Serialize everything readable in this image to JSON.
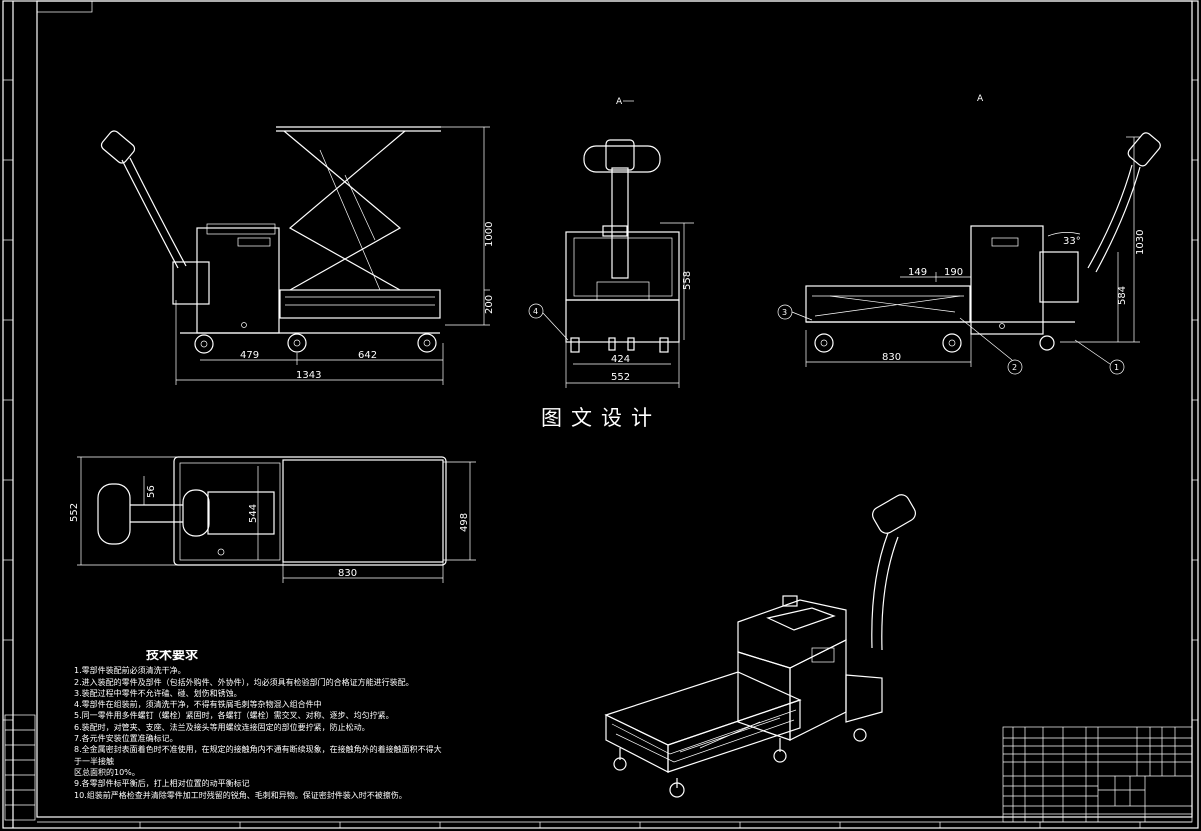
{
  "watermark": "图文设计",
  "views": {
    "section_mark_left": "A",
    "section_mark_right": "A",
    "front": {
      "dim_height": "1000",
      "dim_platform": "200",
      "dim_left": "479",
      "dim_right": "642",
      "dim_total": "1343"
    },
    "side": {
      "dim_height": "558",
      "dim_inner": "424",
      "dim_outer": "552",
      "balloon": "4"
    },
    "right": {
      "dim_height": "1030",
      "dim_mid": "584",
      "dim_a": "149",
      "dim_b": "190",
      "dim_len": "830",
      "angle": "33°",
      "balloons": [
        "3",
        "2",
        "1"
      ]
    },
    "top": {
      "dim_width": "552",
      "dim_handle": "56",
      "dim_inner": "544",
      "dim_platform": "498",
      "dim_len": "830"
    }
  },
  "notes": {
    "title": "技术要求",
    "items": [
      "1.零部件装配前必须清洗干净。",
      "2.进入装配的零件及部件（包括外购件、外协件），均必须具有检验部门的合格证方能进行装配。",
      "3.装配过程中零件不允许磕、碰、划伤和锈蚀。",
      "4.零部件在组装前，须清洗干净，不得有铁屑毛刺等杂物混入组合件中",
      "5.同一零件用多件螺钉（螺栓）紧固时，各螺钉（螺栓）需交叉、对称、逐步、均匀拧紧。",
      "6.装配时，对管夹、支座、法兰及接头等用螺纹连接固定的部位要拧紧，防止松动。",
      "7.各元件安装位置准确标记。",
      "8.全金属密封表面着色时不准使用，在规定的接触角内不通有断续现象，在接触角外的着接触面积不得大",
      "于一半接触",
      "区总面积的10%。",
      "9.各零部件标平衡后，打上相对位置的动平衡标记",
      "10.组装前严格检查并清除零件加工时残留的锐角、毛刺和异物。保证密封件装入时不被擦伤。"
    ]
  }
}
